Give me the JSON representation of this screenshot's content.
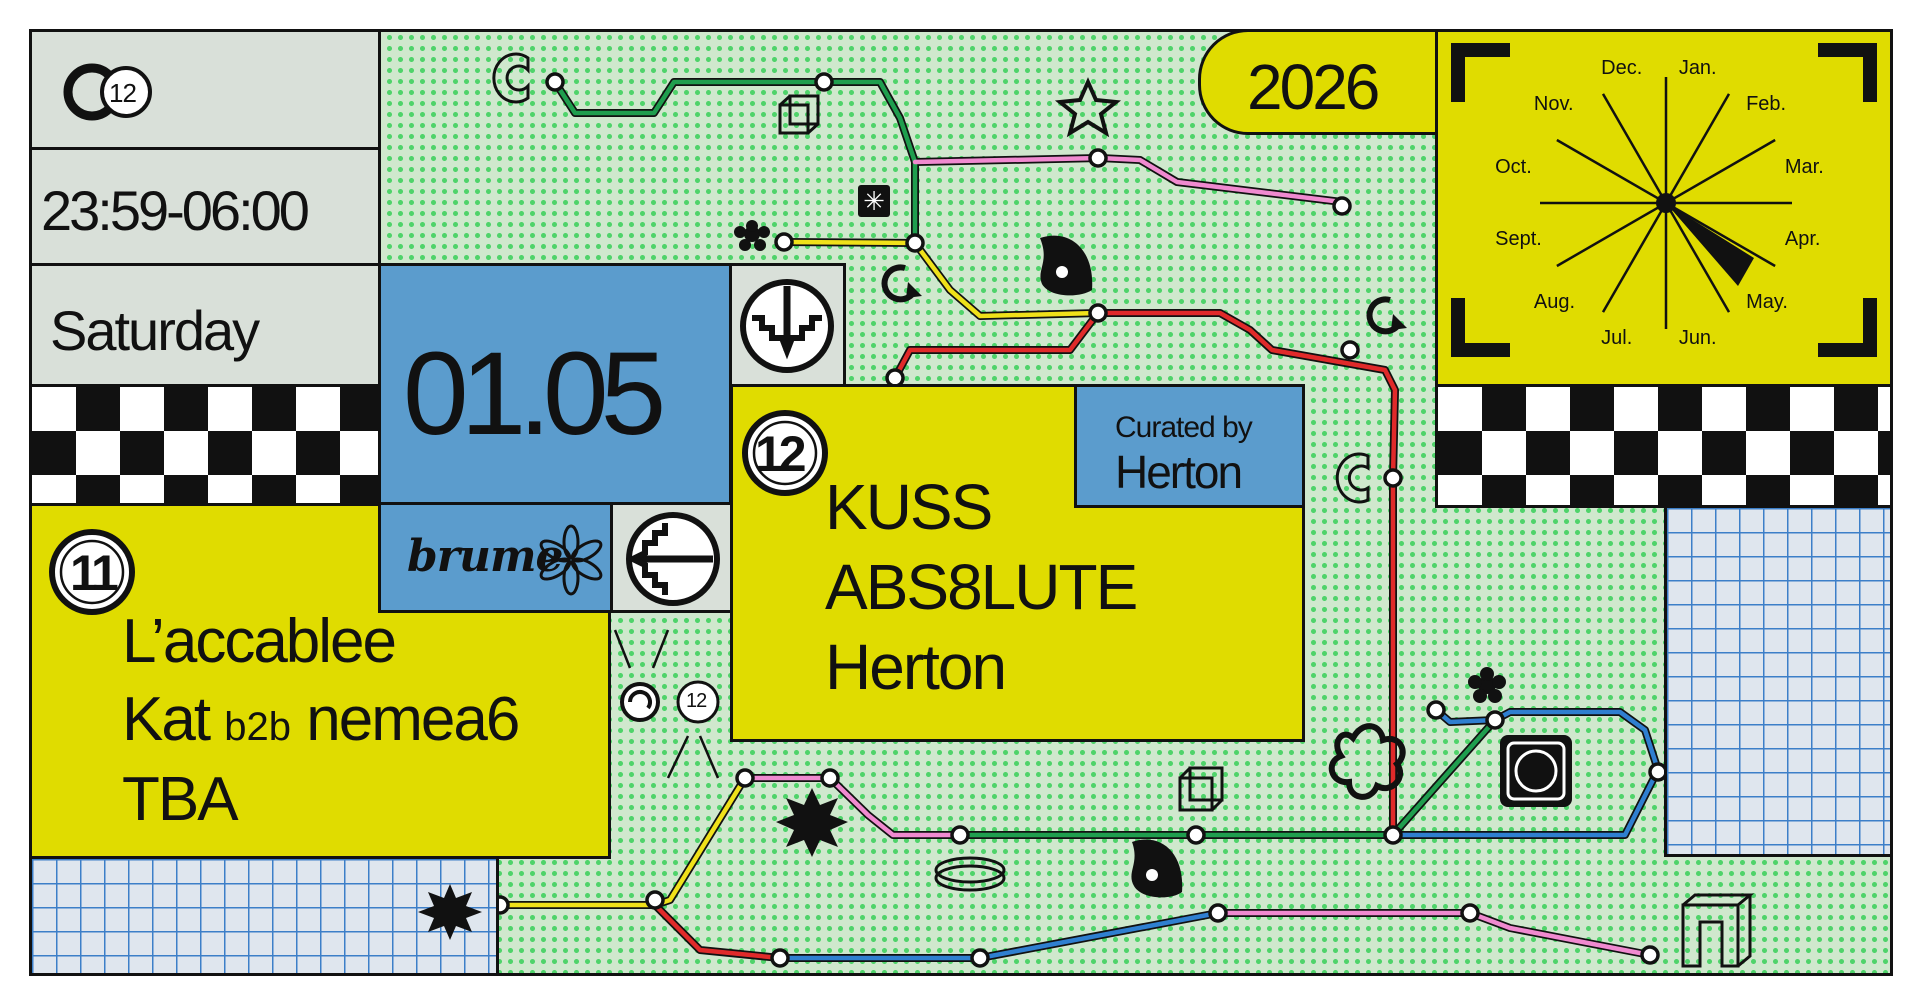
{
  "event": {
    "time_range": "23:59-06:00",
    "day": "Saturday",
    "date": "01.05",
    "year": "2026",
    "venue_logo": "brume",
    "room_11": {
      "badge": "11",
      "line1": "L’accablee",
      "line2_a": "Kat",
      "line2_b": "b2b",
      "line2_c": "nemea6",
      "line3": "TBA"
    },
    "room_12": {
      "badge": "12",
      "curated_label": "Curated by",
      "curator": "Herton",
      "lineup": [
        "KUSS",
        "ABS8LUTE",
        "Herton"
      ]
    },
    "logo_badge": "12",
    "map_badge": "12"
  },
  "calendar_dial": {
    "months": [
      "Jan.",
      "Feb.",
      "Mar.",
      "Apr.",
      "May.",
      "Jun.",
      "Jul.",
      "Aug.",
      "Sept.",
      "Oct.",
      "Nov.",
      "Dec."
    ],
    "selected": "May."
  },
  "colors": {
    "yellow": "#e0dc00",
    "blue": "#5b9ccd",
    "grey": "#d9e0d9",
    "dot_green": "#4fd36a",
    "line_red": "#e02a2a",
    "line_green": "#1f9e4e",
    "line_pink": "#f08ad0",
    "line_yellow": "#f0e11a",
    "line_blue": "#2f7fd0"
  }
}
